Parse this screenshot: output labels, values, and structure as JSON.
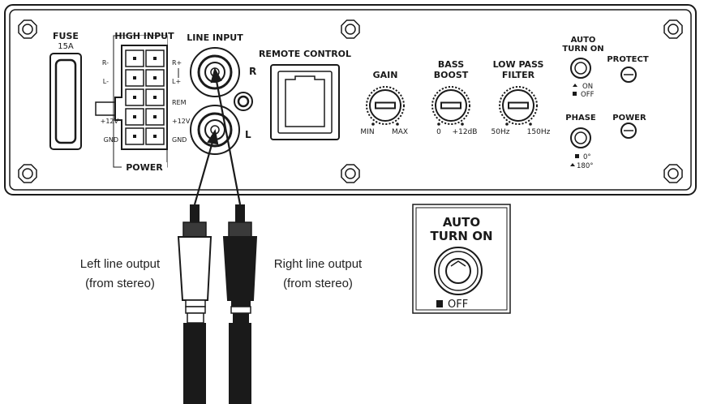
{
  "panel": {
    "fuse": {
      "label": "FUSE",
      "rating": "15A"
    },
    "high_input": {
      "label": "HIGH INPUT",
      "power_label": "POWER",
      "left_pins": [
        "R-",
        "L-",
        "+12V",
        "GND"
      ],
      "right_pins": [
        "R+",
        "L+",
        "REM",
        "+12V",
        "GND"
      ]
    },
    "line_input": {
      "label": "LINE INPUT",
      "right_channel": "R",
      "left_channel": "L"
    },
    "remote_control": {
      "label": "REMOTE CONTROL"
    },
    "gain": {
      "label": "GAIN",
      "min": "MIN",
      "max": "MAX"
    },
    "bass_boost": {
      "label_line1": "BASS",
      "label_line2": "BOOST",
      "min": "0",
      "max": "+12dB"
    },
    "low_pass_filter": {
      "label_line1": "LOW PASS",
      "label_line2": "FILTER",
      "min": "50Hz",
      "max": "150Hz"
    },
    "auto_turn_on": {
      "label_line1": "AUTO",
      "label_line2": "TURN ON",
      "on": "ON",
      "off": "OFF"
    },
    "protect": {
      "label": "PROTECT"
    },
    "phase": {
      "label": "PHASE",
      "pos0": "0°",
      "pos180": "180°"
    },
    "power_led": {
      "label": "POWER"
    }
  },
  "cables": {
    "left_caption_line1": "Left line output",
    "left_caption_line2": "(from stereo)",
    "right_caption_line1": "Right line output",
    "right_caption_line2": "(from stereo)"
  },
  "detail": {
    "label_line1": "AUTO",
    "label_line2": "TURN ON",
    "off_label": "OFF"
  },
  "colors": {
    "ink": "#1a1a1a",
    "panel": "#ffffff"
  }
}
